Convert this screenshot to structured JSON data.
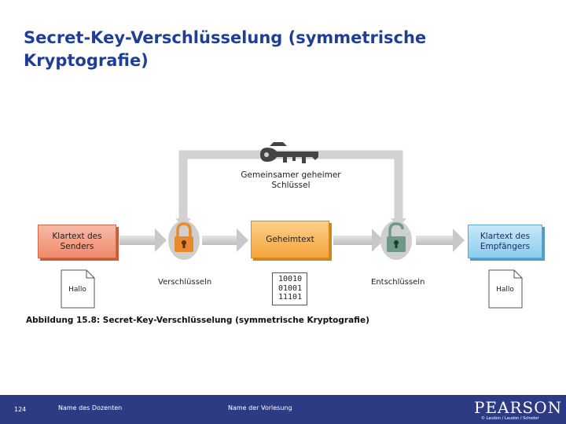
{
  "title": "Secret-Key-Verschlüsselung (symmetrische Kryptografie)",
  "diagram": {
    "key_label": "Gemeinsamer geheimer Schlüssel",
    "sender_box": "Klartext des Senders",
    "cipher_box": "Geheimtext",
    "receiver_box": "Klartext des Empfängers",
    "encrypt_label": "Verschlüsseln",
    "decrypt_label": "Entschlüsseln",
    "sender_doc": "Hallo",
    "receiver_doc": "Hallo",
    "binary_lines": [
      "10010",
      "01001",
      "11101"
    ],
    "colors": {
      "sender": "#f08a6a",
      "cipher": "#f5a43b",
      "receiver": "#8ccdef",
      "lock": "#e8892c",
      "unlock": "#6d9a86",
      "arrow": "#c8c8c8"
    }
  },
  "caption": "Abbildung 15.8: Secret-Key-Verschlüsselung (symmetrische Kryptografie)",
  "footer": {
    "page": "124",
    "lecturer": "Name des Dozenten",
    "course": "Name der Vorlesung",
    "brand": "PEARSON",
    "credit": "© Laudon / Laudon / Schoder"
  }
}
